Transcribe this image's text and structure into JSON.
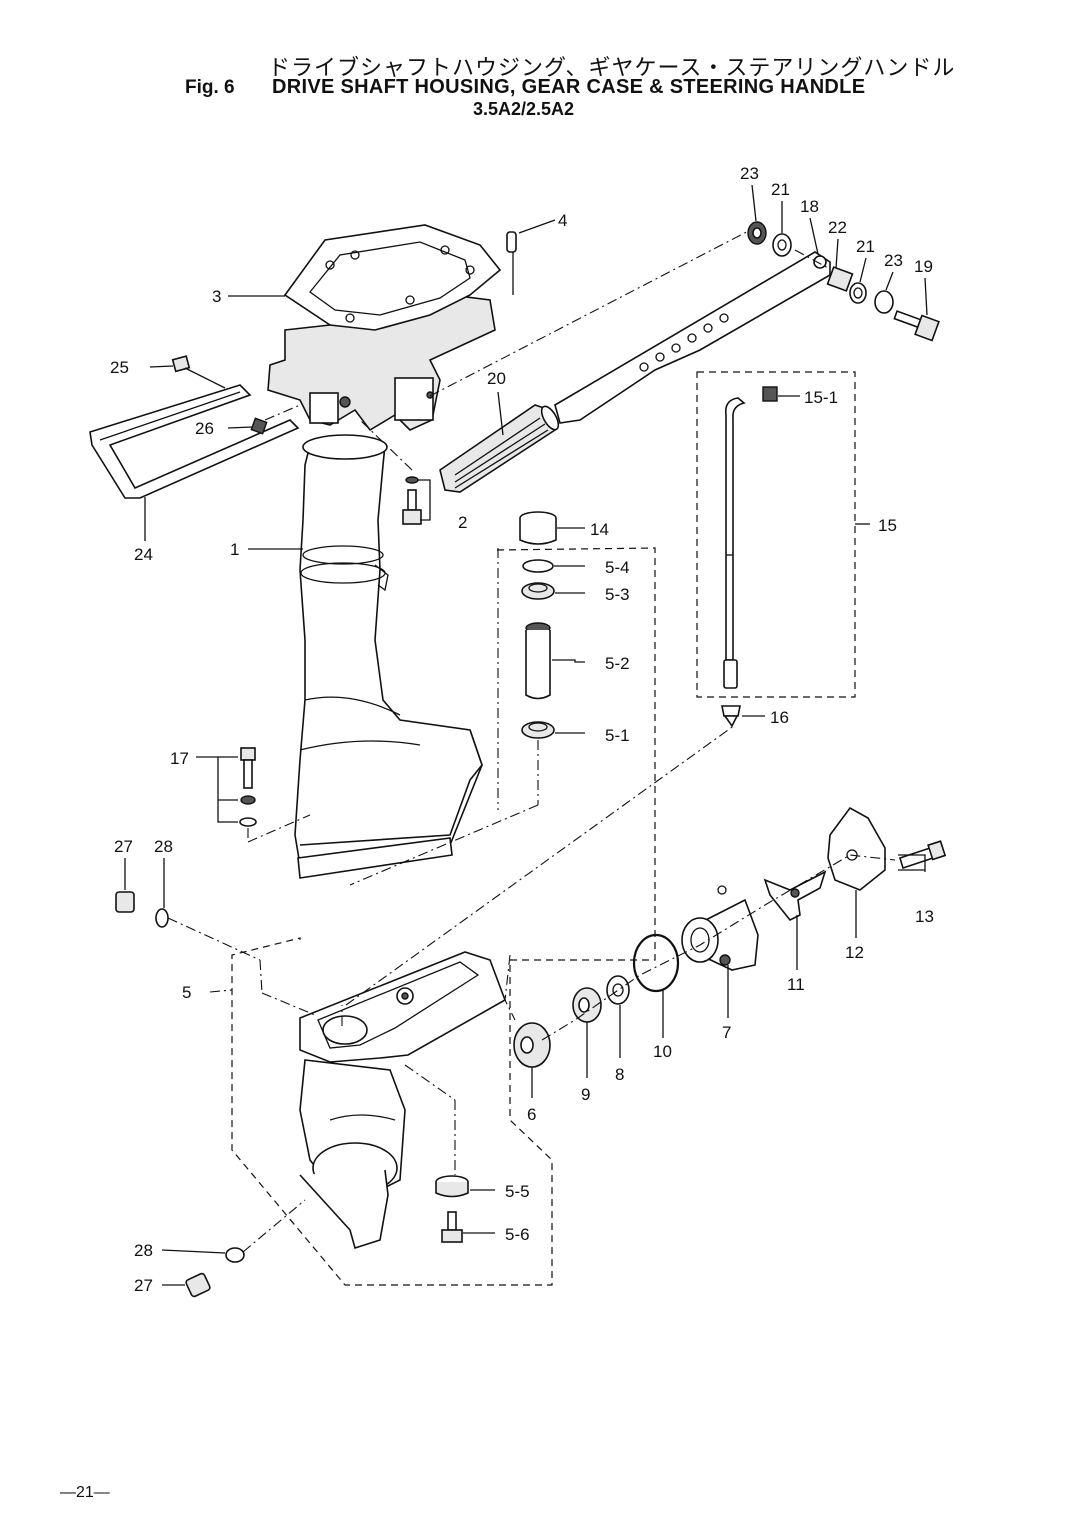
{
  "header": {
    "title_jp": "ドライブシャフトハウジング、ギヤケース・ステアリングハンドル",
    "fig_label": "Fig. 6",
    "title_en": "DRIVE SHAFT HOUSING, GEAR CASE & STEERING HANDLE",
    "model": "3.5A2/2.5A2"
  },
  "callouts": {
    "p1": "1",
    "p2": "2",
    "p3": "3",
    "p4": "4",
    "p5": "5",
    "p5_1": "5-1",
    "p5_2": "5-2",
    "p5_3": "5-3",
    "p5_4": "5-4",
    "p5_5": "5-5",
    "p5_6": "5-6",
    "p6": "6",
    "p7": "7",
    "p8": "8",
    "p9": "9",
    "p10": "10",
    "p11": "11",
    "p12": "12",
    "p13": "13",
    "p14": "14",
    "p15": "15",
    "p15_1": "15-1",
    "p16": "16",
    "p17": "17",
    "p18": "18",
    "p19": "19",
    "p20": "20",
    "p21a": "21",
    "p21b": "21",
    "p22": "22",
    "p23a": "23",
    "p23b": "23",
    "p24": "24",
    "p25": "25",
    "p26": "26",
    "p27a": "27",
    "p27b": "27",
    "p28a": "28",
    "p28b": "28"
  },
  "footer": {
    "page_number": "—21—"
  }
}
